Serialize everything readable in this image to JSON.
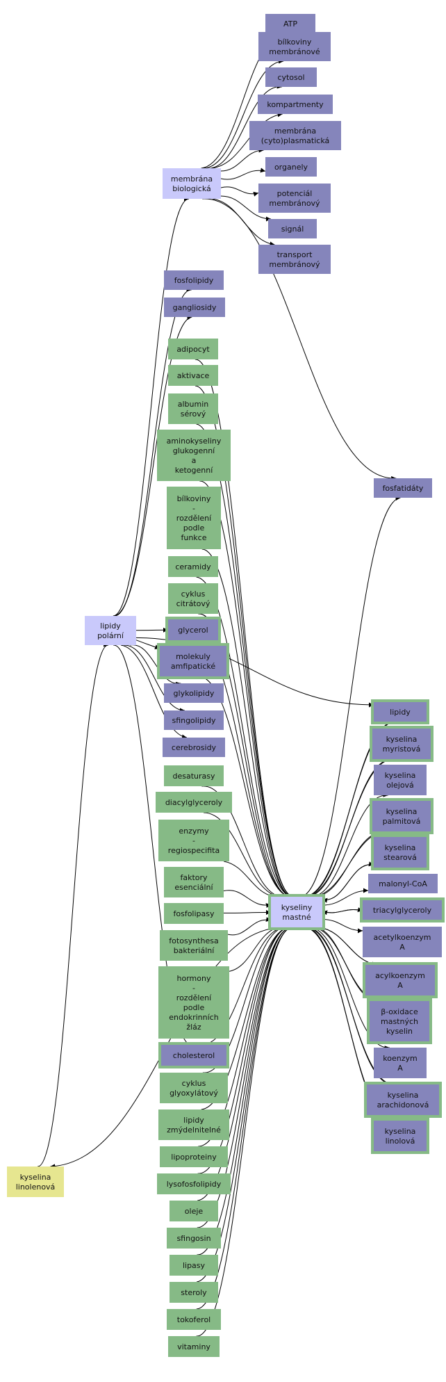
{
  "colors": {
    "background": "#ffffff",
    "hub": "#c9c9fb",
    "purple": "#8585bb",
    "green": "#86ba86",
    "yellow": "#e6e690",
    "edge": "#000000"
  },
  "nodes": [
    {
      "id": "atp",
      "lines": [
        "ATP"
      ],
      "fill": "purple"
    },
    {
      "id": "bilkoviny-membranove",
      "lines": [
        "bílkoviny",
        "membránové"
      ],
      "fill": "purple"
    },
    {
      "id": "cytosol",
      "lines": [
        "cytosol"
      ],
      "fill": "purple"
    },
    {
      "id": "kompartmenty",
      "lines": [
        "kompartmenty"
      ],
      "fill": "purple"
    },
    {
      "id": "membrana-cytoplasmaticka",
      "lines": [
        "membrána",
        "(cyto)plasmatická"
      ],
      "fill": "purple"
    },
    {
      "id": "organely",
      "lines": [
        "organely"
      ],
      "fill": "purple"
    },
    {
      "id": "potencial-membranovy",
      "lines": [
        "potenciál",
        "membránový"
      ],
      "fill": "purple"
    },
    {
      "id": "signal",
      "lines": [
        "signál"
      ],
      "fill": "purple"
    },
    {
      "id": "transport-membranovy",
      "lines": [
        "transport",
        "membránový"
      ],
      "fill": "purple"
    },
    {
      "id": "membrana-biologicka",
      "lines": [
        "membrána",
        "biologická"
      ],
      "fill": "hub"
    },
    {
      "id": "fosfolipidy",
      "lines": [
        "fosfolipidy"
      ],
      "fill": "purple"
    },
    {
      "id": "gangliosidy",
      "lines": [
        "gangliosidy"
      ],
      "fill": "purple"
    },
    {
      "id": "adipocyt",
      "lines": [
        "adipocyt"
      ],
      "fill": "green"
    },
    {
      "id": "aktivace",
      "lines": [
        "aktivace"
      ],
      "fill": "green"
    },
    {
      "id": "albumin-serovy",
      "lines": [
        "albumin",
        "sérový"
      ],
      "fill": "green"
    },
    {
      "id": "aminokyseliny",
      "lines": [
        "aminokyseliny",
        "glukogenní",
        "a",
        "ketogenní"
      ],
      "fill": "green"
    },
    {
      "id": "bilkoviny-rozdeleni",
      "lines": [
        "bílkoviny",
        "-",
        "rozdělení",
        "podle",
        "funkce"
      ],
      "fill": "green"
    },
    {
      "id": "ceramidy",
      "lines": [
        "ceramidy"
      ],
      "fill": "green"
    },
    {
      "id": "cyklus-citratovy",
      "lines": [
        "cyklus",
        "citrátový"
      ],
      "fill": "green"
    },
    {
      "id": "glycerol",
      "lines": [
        "glycerol"
      ],
      "fill": "purple",
      "border": "green"
    },
    {
      "id": "molekuly-amfipaticke",
      "lines": [
        "molekuly",
        "amfipatické"
      ],
      "fill": "purple",
      "border": "green"
    },
    {
      "id": "glykolipidy",
      "lines": [
        "glykolipidy"
      ],
      "fill": "purple"
    },
    {
      "id": "sfingolipidy",
      "lines": [
        "sfingolipidy"
      ],
      "fill": "purple"
    },
    {
      "id": "cerebrosidy",
      "lines": [
        "cerebrosidy"
      ],
      "fill": "purple"
    },
    {
      "id": "lipidy-polarni",
      "lines": [
        "lipidy",
        "polární"
      ],
      "fill": "hub"
    },
    {
      "id": "desaturasy",
      "lines": [
        "desaturasy"
      ],
      "fill": "green"
    },
    {
      "id": "diacylglyceroly",
      "lines": [
        "diacylglyceroly"
      ],
      "fill": "green"
    },
    {
      "id": "enzymy-regiospecifita",
      "lines": [
        "enzymy",
        "-",
        "regiospecifita"
      ],
      "fill": "green"
    },
    {
      "id": "faktory-esencialni",
      "lines": [
        "faktory",
        "esenciální"
      ],
      "fill": "green"
    },
    {
      "id": "fosfolipasy",
      "lines": [
        "fosfolipasy"
      ],
      "fill": "green"
    },
    {
      "id": "fotosynthesa-bakterialni",
      "lines": [
        "fotosynthesa",
        "bakteriální"
      ],
      "fill": "green"
    },
    {
      "id": "hormony",
      "lines": [
        "hormony",
        "-",
        "rozdělení",
        "podle",
        "endokrinních",
        "žláz"
      ],
      "fill": "green"
    },
    {
      "id": "cholesterol",
      "lines": [
        "cholesterol"
      ],
      "fill": "purple",
      "border": "green"
    },
    {
      "id": "cyklus-glyoxylatovy",
      "lines": [
        "cyklus",
        "glyoxylátový"
      ],
      "fill": "green"
    },
    {
      "id": "lipidy-zmydelnitelne",
      "lines": [
        "lipidy",
        "zmýdelnitelné"
      ],
      "fill": "green"
    },
    {
      "id": "lipoproteiny",
      "lines": [
        "lipoproteiny"
      ],
      "fill": "green"
    },
    {
      "id": "lysofosfolipidy",
      "lines": [
        "lysofosfolipidy"
      ],
      "fill": "green"
    },
    {
      "id": "oleje",
      "lines": [
        "oleje"
      ],
      "fill": "green"
    },
    {
      "id": "sfingosin",
      "lines": [
        "sfingosin"
      ],
      "fill": "green"
    },
    {
      "id": "lipasy",
      "lines": [
        "lipasy"
      ],
      "fill": "green"
    },
    {
      "id": "steroly",
      "lines": [
        "steroly"
      ],
      "fill": "green"
    },
    {
      "id": "tokoferol",
      "lines": [
        "tokoferol"
      ],
      "fill": "green"
    },
    {
      "id": "vitaminy",
      "lines": [
        "vitaminy"
      ],
      "fill": "green"
    },
    {
      "id": "kyseliny-mastne",
      "lines": [
        "kyseliny",
        "mastné"
      ],
      "fill": "hub",
      "border": "green"
    },
    {
      "id": "fosfatidaty",
      "lines": [
        "fosfatidáty"
      ],
      "fill": "purple"
    },
    {
      "id": "lipidy",
      "lines": [
        "lipidy"
      ],
      "fill": "purple",
      "border": "green"
    },
    {
      "id": "kyselina-myristova",
      "lines": [
        "kyselina",
        "myristová"
      ],
      "fill": "purple",
      "border": "green"
    },
    {
      "id": "kyselina-olejova",
      "lines": [
        "kyselina",
        "olejová"
      ],
      "fill": "purple"
    },
    {
      "id": "kyselina-palmitova",
      "lines": [
        "kyselina",
        "palmitová"
      ],
      "fill": "purple",
      "border": "green"
    },
    {
      "id": "kyselina-stearova",
      "lines": [
        "kyselina",
        "stearová"
      ],
      "fill": "purple",
      "border": "green"
    },
    {
      "id": "malonyl-coa",
      "lines": [
        "malonyl-CoA"
      ],
      "fill": "purple"
    },
    {
      "id": "triacylglyceroly",
      "lines": [
        "triacylglyceroly"
      ],
      "fill": "purple",
      "border": "green"
    },
    {
      "id": "acetylkoenzym-a",
      "lines": [
        "acetylkoenzym",
        "A"
      ],
      "fill": "purple"
    },
    {
      "id": "acylkoenzym-a",
      "lines": [
        "acylkoenzym",
        "A"
      ],
      "fill": "purple",
      "border": "green"
    },
    {
      "id": "beta-oxidace",
      "lines": [
        "β-oxidace",
        "mastných",
        "kyselin"
      ],
      "fill": "purple",
      "border": "green"
    },
    {
      "id": "koenzym-a",
      "lines": [
        "koenzym",
        "A"
      ],
      "fill": "purple"
    },
    {
      "id": "kyselina-arachidonova",
      "lines": [
        "kyselina",
        "arachidonová"
      ],
      "fill": "purple",
      "border": "green"
    },
    {
      "id": "kyselina-linolova",
      "lines": [
        "kyselina",
        "linolová"
      ],
      "fill": "purple",
      "border": "green"
    },
    {
      "id": "kyselina-linolenova",
      "lines": [
        "kyselina",
        "linolenová"
      ],
      "fill": "yellow"
    }
  ],
  "edges": [
    [
      "membrana-biologicka",
      "atp"
    ],
    [
      "membrana-biologicka",
      "bilkoviny-membranove"
    ],
    [
      "membrana-biologicka",
      "cytosol"
    ],
    [
      "membrana-biologicka",
      "kompartmenty"
    ],
    [
      "membrana-biologicka",
      "membrana-cytoplasmaticka"
    ],
    [
      "membrana-biologicka",
      "organely"
    ],
    [
      "membrana-biologicka",
      "potencial-membranovy"
    ],
    [
      "membrana-biologicka",
      "signal"
    ],
    [
      "membrana-biologicka",
      "transport-membranovy"
    ],
    [
      "membrana-biologicka",
      "fosfatidaty"
    ],
    [
      "lipidy-polarni",
      "membrana-biologicka"
    ],
    [
      "lipidy-polarni",
      "fosfolipidy"
    ],
    [
      "lipidy-polarni",
      "gangliosidy"
    ],
    [
      "lipidy-polarni",
      "glycerol"
    ],
    [
      "lipidy-polarni",
      "molekuly-amfipaticke"
    ],
    [
      "lipidy-polarni",
      "glykolipidy"
    ],
    [
      "lipidy-polarni",
      "sfingolipidy"
    ],
    [
      "lipidy-polarni",
      "cerebrosidy"
    ],
    [
      "lipidy-polarni",
      "cholesterol"
    ],
    [
      "lipidy-polarni",
      "lipidy"
    ],
    [
      "kyselina-linolenova",
      "lipidy-polarni"
    ],
    [
      "adipocyt",
      "kyseliny-mastne"
    ],
    [
      "aktivace",
      "kyseliny-mastne"
    ],
    [
      "albumin-serovy",
      "kyseliny-mastne"
    ],
    [
      "aminokyseliny",
      "kyseliny-mastne"
    ],
    [
      "bilkoviny-rozdeleni",
      "kyseliny-mastne"
    ],
    [
      "ceramidy",
      "kyseliny-mastne"
    ],
    [
      "cyklus-citratovy",
      "kyseliny-mastne"
    ],
    [
      "glycerol",
      "kyseliny-mastne"
    ],
    [
      "molekuly-amfipaticke",
      "kyseliny-mastne"
    ],
    [
      "desaturasy",
      "kyseliny-mastne"
    ],
    [
      "diacylglyceroly",
      "kyseliny-mastne"
    ],
    [
      "enzymy-regiospecifita",
      "kyseliny-mastne"
    ],
    [
      "faktory-esencialni",
      "kyseliny-mastne"
    ],
    [
      "fosfolipasy",
      "kyseliny-mastne"
    ],
    [
      "fotosynthesa-bakterialni",
      "kyseliny-mastne"
    ],
    [
      "hormony",
      "kyseliny-mastne"
    ],
    [
      "cholesterol",
      "kyseliny-mastne"
    ],
    [
      "cyklus-glyoxylatovy",
      "kyseliny-mastne"
    ],
    [
      "lipidy-zmydelnitelne",
      "kyseliny-mastne"
    ],
    [
      "lipoproteiny",
      "kyseliny-mastne"
    ],
    [
      "lysofosfolipidy",
      "kyseliny-mastne"
    ],
    [
      "oleje",
      "kyseliny-mastne"
    ],
    [
      "sfingosin",
      "kyseliny-mastne"
    ],
    [
      "lipasy",
      "kyseliny-mastne"
    ],
    [
      "steroly",
      "kyseliny-mastne"
    ],
    [
      "tokoferol",
      "kyseliny-mastne"
    ],
    [
      "vitaminy",
      "kyseliny-mastne"
    ],
    [
      "kyseliny-mastne",
      "fosfatidaty"
    ],
    [
      "kyseliny-mastne",
      "lipidy"
    ],
    [
      "lipidy",
      "kyseliny-mastne"
    ],
    [
      "kyseliny-mastne",
      "kyselina-myristova"
    ],
    [
      "kyselina-myristova",
      "kyseliny-mastne"
    ],
    [
      "kyseliny-mastne",
      "kyselina-olejova"
    ],
    [
      "kyseliny-mastne",
      "kyselina-palmitova"
    ],
    [
      "kyselina-palmitova",
      "kyseliny-mastne"
    ],
    [
      "kyseliny-mastne",
      "kyselina-stearova"
    ],
    [
      "kyselina-stearova",
      "kyseliny-mastne"
    ],
    [
      "kyseliny-mastne",
      "malonyl-coa"
    ],
    [
      "kyseliny-mastne",
      "triacylglyceroly"
    ],
    [
      "triacylglyceroly",
      "kyseliny-mastne"
    ],
    [
      "kyseliny-mastne",
      "acetylkoenzym-a"
    ],
    [
      "kyseliny-mastne",
      "acylkoenzym-a"
    ],
    [
      "acylkoenzym-a",
      "kyseliny-mastne"
    ],
    [
      "kyseliny-mastne",
      "beta-oxidace"
    ],
    [
      "beta-oxidace",
      "kyseliny-mastne"
    ],
    [
      "kyseliny-mastne",
      "koenzym-a"
    ],
    [
      "kyseliny-mastne",
      "kyselina-arachidonova"
    ],
    [
      "kyselina-arachidonova",
      "kyseliny-mastne"
    ],
    [
      "kyseliny-mastne",
      "kyselina-linolova"
    ],
    [
      "kyselina-linolova",
      "kyseliny-mastne"
    ],
    [
      "kyseliny-mastne",
      "kyselina-linolenova"
    ]
  ]
}
